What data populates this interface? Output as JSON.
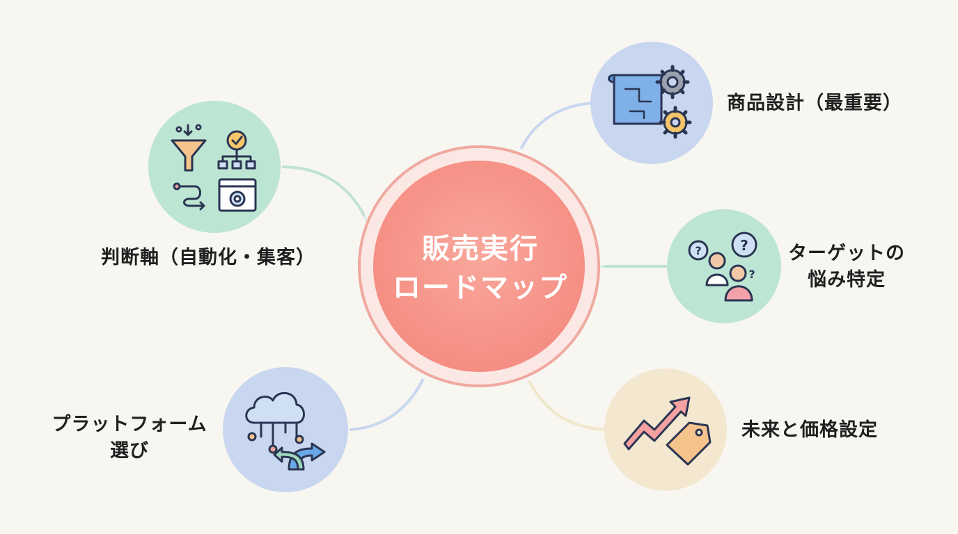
{
  "center": {
    "line1": "販売実行",
    "line2": "ロードマップ"
  },
  "nodes": {
    "product_design": {
      "label": "商品設計（最重要）",
      "icon": "blueprint-gears-icon",
      "color": "#c7d5ef"
    },
    "target": {
      "line1": "ターゲットの",
      "line2": "悩み特定",
      "icon": "people-questions-icon",
      "color": "#bfe6d4"
    },
    "pricing": {
      "label": "未来と価格設定",
      "icon": "trend-price-tag-icon",
      "color": "#f4e9cf"
    },
    "platform": {
      "line1": "プラットフォーム",
      "line2": "選び",
      "icon": "cloud-branch-icon",
      "color": "#c7d5ef"
    },
    "criteria": {
      "label": "判断軸（自動化・集客）",
      "icon": "funnel-workflow-icon",
      "color": "#bfe6d4"
    }
  },
  "colors": {
    "background": "#f7f6f1",
    "center_fill": "#f79a8f",
    "center_ring": "#f0a39a",
    "connector_blue": "#c7d7ef",
    "connector_green": "#bfe3d2",
    "connector_yellow": "#f1e7c9"
  }
}
